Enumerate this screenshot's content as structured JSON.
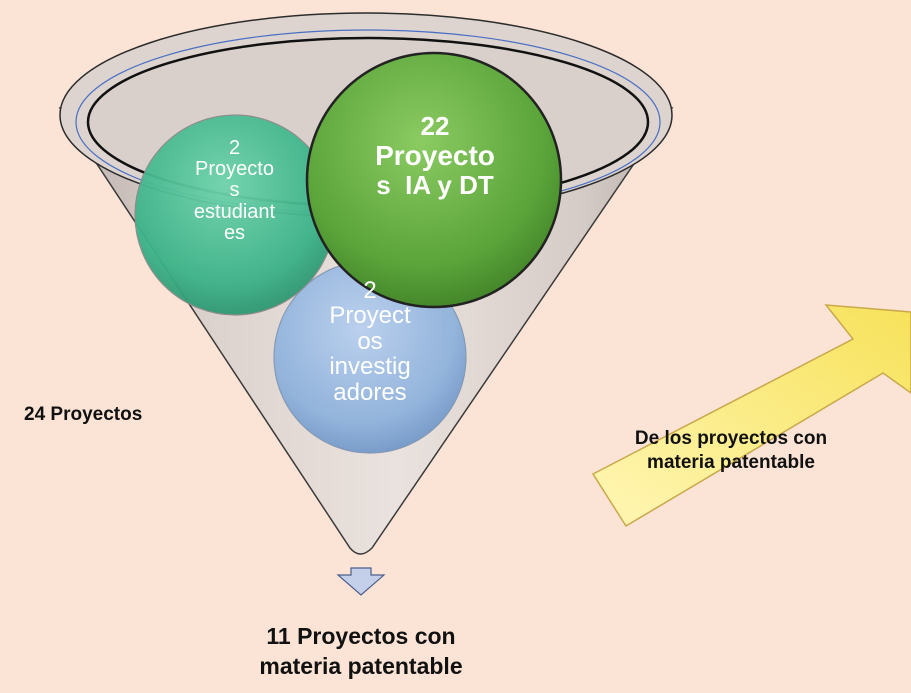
{
  "funnel": {
    "total_label": "24 Proyectos",
    "bubbles": {
      "students": {
        "number": "2",
        "lines": [
          "Proyecto",
          "s",
          "estudiant",
          "es"
        ]
      },
      "ia_dt": {
        "number": "22",
        "lines": [
          "Proyecto",
          "s  IA y DT"
        ]
      },
      "researchers": {
        "number": "2",
        "lines": [
          "Proyect",
          "os",
          "investig",
          "adores"
        ]
      }
    },
    "result_lines": [
      "11 Proyectos con",
      "materia patentable"
    ]
  },
  "arrow": {
    "caption_lines": [
      "De los proyectos con",
      "materia patentable"
    ]
  },
  "colors": {
    "background": "#fbe4d6",
    "students_bubble": "#3cb389",
    "ia_dt_bubble": "#5aa43a",
    "researchers_bubble": "#8fb2dc",
    "arrow": "#fbeb6e"
  }
}
